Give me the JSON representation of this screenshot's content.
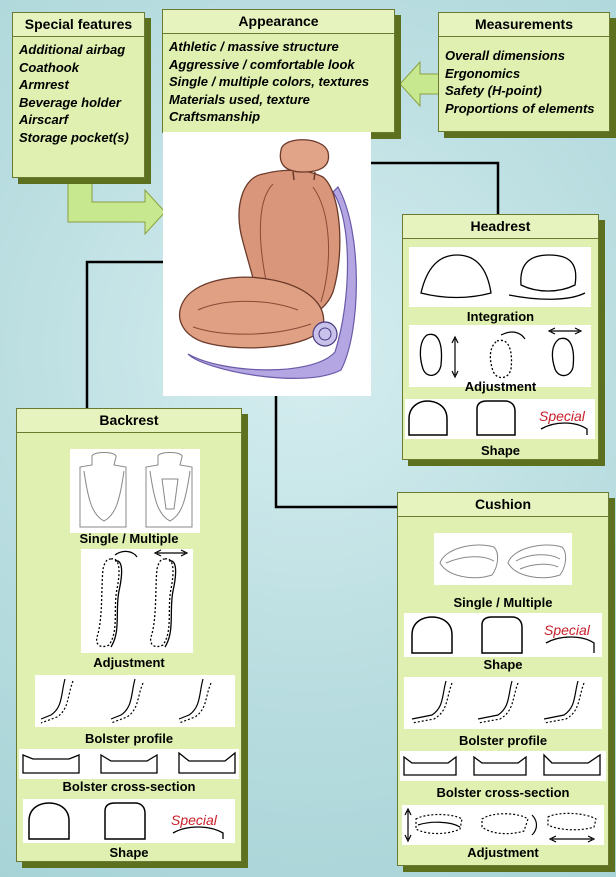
{
  "special_features": {
    "title": "Special features",
    "items": [
      "Additional airbag",
      "Coathook",
      "Armrest",
      "Beverage holder",
      "Airscarf",
      "Storage pocket(s)"
    ]
  },
  "appearance": {
    "title": "Appearance",
    "items": [
      "Athletic / massive structure",
      "Aggressive / comfortable look",
      "Single / multiple colors, textures",
      "Materials used, texture",
      "Craftsmanship"
    ]
  },
  "measurements": {
    "title": "Measurements",
    "items": [
      "Overall dimensions",
      "Ergonomics",
      "Safety (H-point)",
      "Proportions of elements"
    ]
  },
  "headrest": {
    "title": "Headrest",
    "captions": [
      "Integration",
      "Adjustment",
      "Shape"
    ],
    "special_label": "Special"
  },
  "backrest": {
    "title": "Backrest",
    "captions": [
      "Single / Multiple",
      "Adjustment",
      "Bolster profile",
      "Bolster cross-section",
      "Shape"
    ],
    "special_label": "Special"
  },
  "cushion": {
    "title": "Cushion",
    "captions": [
      "Single / Multiple",
      "Shape",
      "Bolster profile",
      "Bolster cross-section",
      "Adjustment"
    ],
    "special_label": "Special"
  },
  "colors": {
    "box_fill": "#dff0b0",
    "box_border": "#6a7a30",
    "special_text": "#c8202a",
    "seat_leather": "#d48a6a",
    "seat_base": "#a99ad8"
  }
}
